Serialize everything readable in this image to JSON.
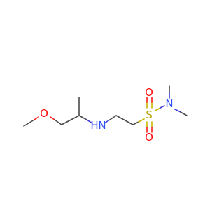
{
  "molecule": {
    "atoms": {
      "o_ether": "O",
      "n_amine": "N",
      "h_amine": "H",
      "s_sulfonyl": "S",
      "o_sulfonyl_top": "O",
      "o_sulfonyl_bottom": "O",
      "n_amide": "N"
    }
  }
}
